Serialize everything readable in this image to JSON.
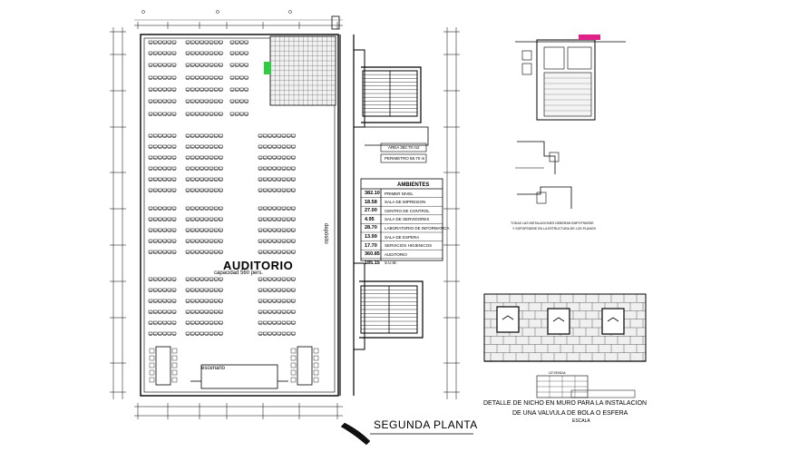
{
  "drawing": {
    "plan_title": "SEGUNDA PLANTA",
    "auditorium_label": "AUDITORIO",
    "auditorium_capacity": "capacidad 560 pers.",
    "corridor_label": "depósito",
    "stage_label": "escenario",
    "area_note": "AREA 382.70 m2",
    "perimeter_note": "PERIMETRO 88.70 m",
    "detail_title_line1": "DETALLE DE NICHO EN MURO PARA LA INSTALACION",
    "detail_title_line2": "DE UNA VALVULA DE BOLA O ESFERA",
    "detail_scale": "ESCALA",
    "install_note_line1": "TODAS LAS INSTALACIONES DEBERAN EMPOTRARSE",
    "install_note_line2": "Y SOPORTARSE EN LA ESTRUCTURA DE LOS PLANOS",
    "legend_title": "LEYENDA"
  },
  "areas_table": {
    "title": "AMBIENTES",
    "rows": [
      {
        "value": "382.10",
        "name": "PRIMER NIVEL"
      },
      {
        "value": "18.58",
        "name": "SALA DE IMPRESION"
      },
      {
        "value": "27.00",
        "name": "CENTRO DE CONTROL"
      },
      {
        "value": "4.95",
        "name": "SALA DE SERVIDORES"
      },
      {
        "value": "28.70",
        "name": "LABORATORIO DE INFORMATICA"
      },
      {
        "value": "13.99",
        "name": "SALA DE ESPERA"
      },
      {
        "value": "17.70",
        "name": "SERVICIOS HIGIENICOS"
      },
      {
        "value": "360.85",
        "name": "AUDITORIO"
      },
      {
        "value": "185.15",
        "name": "S.U.M."
      }
    ]
  }
}
